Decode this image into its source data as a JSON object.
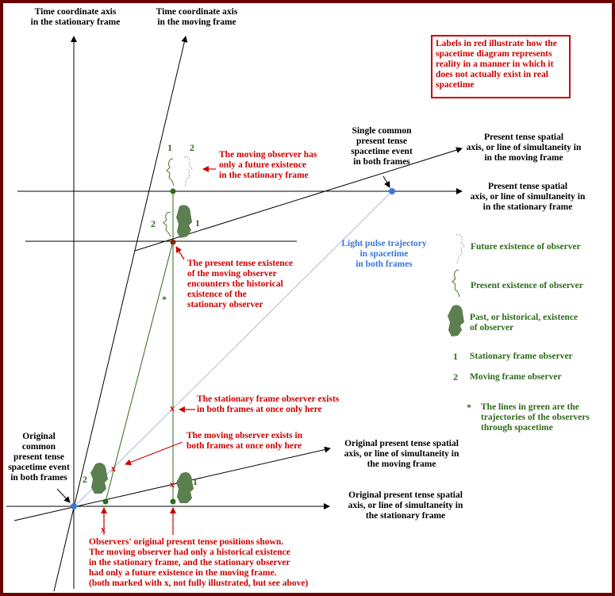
{
  "axes": {
    "time_stationary": "Time coordinate axis\nin the stationary frame",
    "time_moving": "Time coordinate axis\nin the moving frame",
    "space_moving_present": "Present tense spatial\naxis, or line of simultaneity in\nin the moving frame",
    "space_stationary_present": "Present tense spatial\naxis, or line of simultaneity in\nin the stationary frame",
    "space_moving_original": "Original present tense spatial\naxis, or line of simultaneity in\nthe moving frame",
    "space_stationary_original": "Original present tense spatial\naxis, or line of simultaneity in\nthe stationary frame"
  },
  "note_box": "Labels in red illustrate how the\nspacetime diagram represents\nreality in a manner in which it\ndoes not actually exist in real\nspacetime",
  "events": {
    "single_common": "Single common\npresent tense\nspacetime event\nin both frames",
    "original_common": "Original\ncommon\npresent tense\nspacetime event\nin both frames"
  },
  "light_pulse": "Light pulse trajectory\nin spacetime\nin both frames",
  "red_annotations": {
    "moving_future": "The moving observer has\nonly a future existence\nin the stationary frame",
    "encounter": "The present tense existence\nof the moving observer\nencounters the historical\nexistence of the\nstationary observer",
    "stationary_both": "The stationary frame observer exists\nin both frames at once only here",
    "moving_both": "The moving observer exists in\nboth frames at once only here",
    "original_positions": "Observers' original present tense positions shown.\nThe moving observer had only a historical existence\nin the stationary frame, and the stationary observer\nhad only a future existence in the moving frame.\n(both marked with x, not fully illustrated, but see above)"
  },
  "legend": {
    "future": "Future existence of observer",
    "present": "Present existence of observer",
    "past": "Past, or historical, existence\nof observer",
    "stationary_key": "1",
    "stationary": "Stationary frame observer",
    "moving_key": "2",
    "moving": "Moving frame observer",
    "asterisk": "*",
    "green_lines": "The lines in green are the\ntrajectories of the observers\nthrough spacetime"
  },
  "markers": {
    "one": "1",
    "two": "2",
    "x": "x",
    "asterisk": "*"
  },
  "colors": {
    "frame_border": "#6b0000",
    "annotation_red": "#cc0000",
    "trajectory_green": "#2e6b1a",
    "light_blue": "#3a78d6",
    "figure_fill": "#5b7f4e"
  }
}
